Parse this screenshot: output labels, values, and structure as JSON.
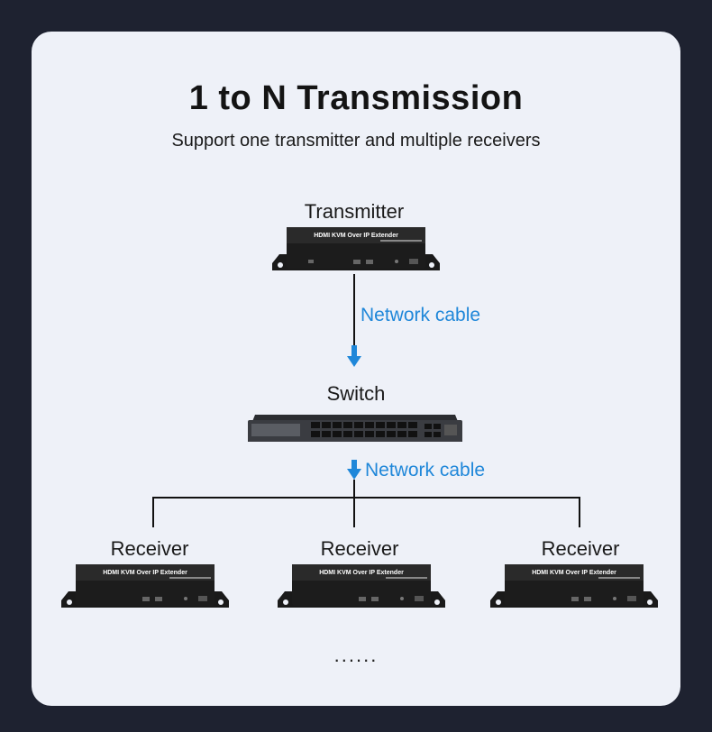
{
  "header": {
    "title": "1 to N Transmission",
    "subtitle": "Support one transmitter and multiple receivers"
  },
  "transmitter": {
    "label": "Transmitter",
    "device_text": "HDMI KVM Over IP Extender"
  },
  "cable": {
    "label_top": "Network cable",
    "label_bottom": "Network cable"
  },
  "switch": {
    "label": "Switch"
  },
  "receivers": [
    {
      "label": "Receiver",
      "device_text": "HDMI KVM Over IP Extender"
    },
    {
      "label": "Receiver",
      "device_text": "HDMI KVM Over IP Extender"
    },
    {
      "label": "Receiver",
      "device_text": "HDMI KVM Over IP Extender"
    }
  ],
  "more": "......",
  "colors": {
    "background": "#1e2230",
    "card": "#eef1f8",
    "accent": "#1f87d9",
    "device": "#1a1a1a"
  }
}
